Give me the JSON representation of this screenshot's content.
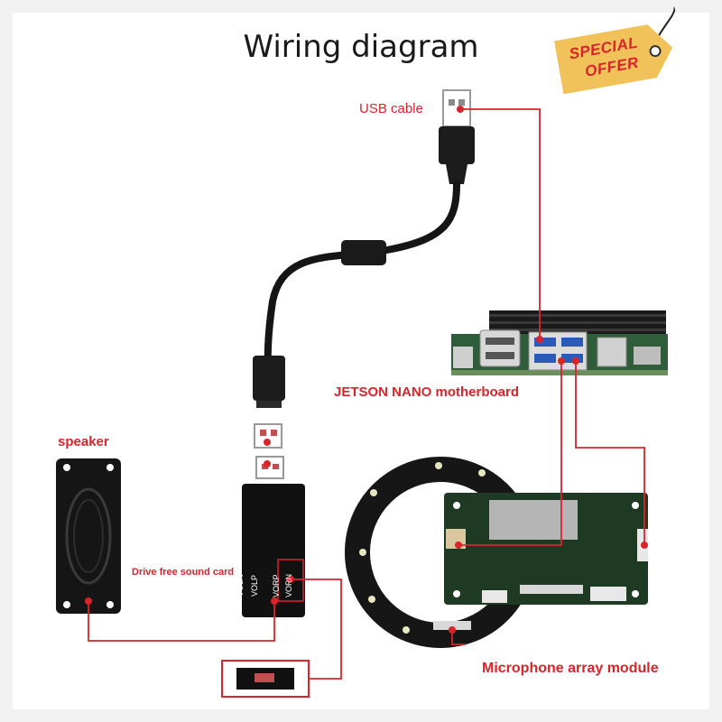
{
  "diagram": {
    "title": "Wiring diagram",
    "labels": {
      "usb_cable": "USB cable",
      "jetson": "JETSON NANO motherboard",
      "speaker": "speaker",
      "sound_card": "Drive free sound card",
      "mic_array": "Microphone array module"
    },
    "sound_card_pins": [
      "VOLN",
      "VOLP",
      "VORP",
      "VORN"
    ],
    "accent_color": "#d9242b",
    "wire_color": "#d9242b"
  },
  "badge": {
    "line1": "SPECIAL",
    "line2": "OFFER",
    "color": "#f1c25a"
  }
}
